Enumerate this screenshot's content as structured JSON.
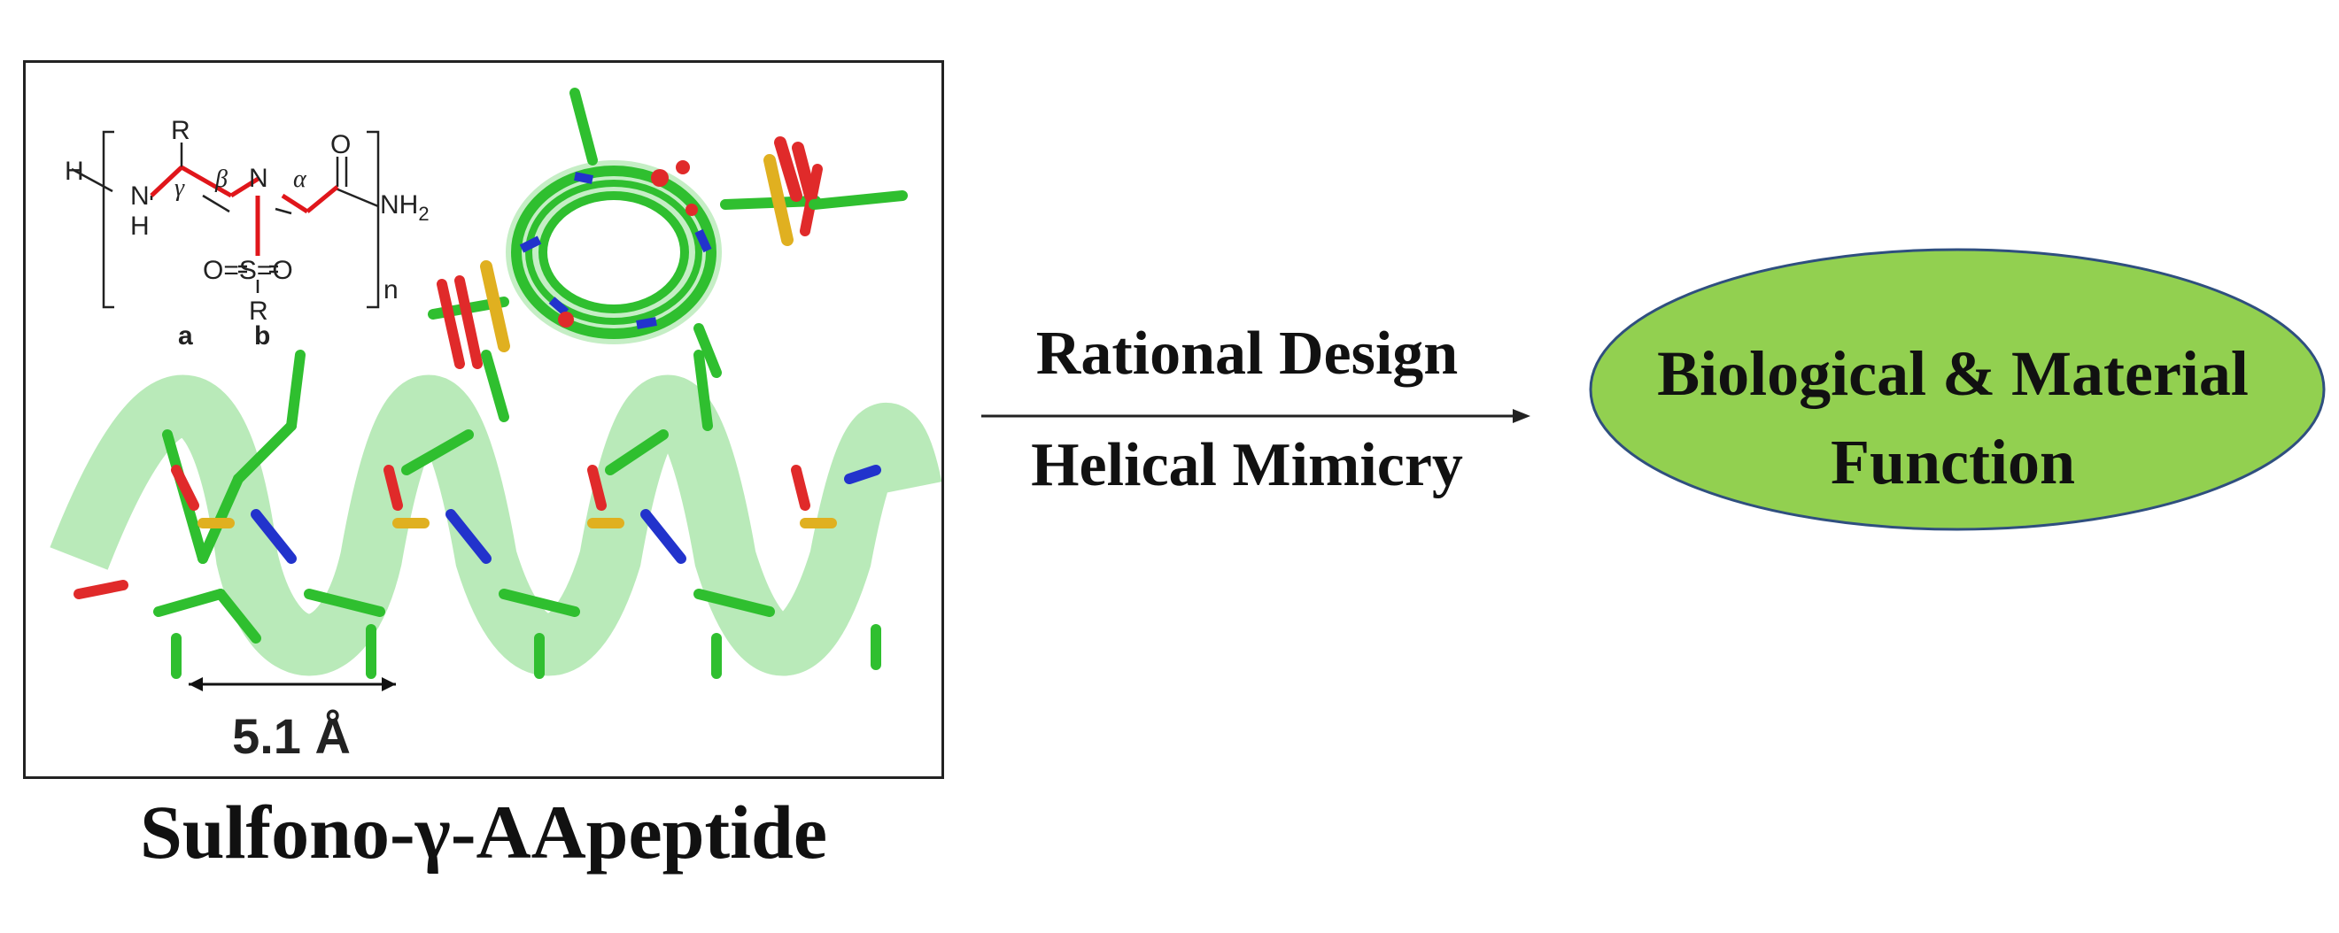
{
  "structure": {
    "atoms": {
      "h_left": "H",
      "n_left": "N",
      "h_left_sub": "H",
      "r_top": "R",
      "gamma": "γ",
      "beta": "β",
      "n_mid": "N",
      "alpha": "α",
      "o_top": "O",
      "nh2": "NH",
      "nh2_sub": "2",
      "sulfonyl": "O=S=O",
      "r_bottom": "R",
      "repeat_n": "n"
    },
    "labels": {
      "a": "a",
      "b": "b"
    },
    "measurement": "5.1 Å"
  },
  "caption": "Sulfono-γ-AApeptide",
  "arrow": {
    "label_top": "Rational Design",
    "label_bottom": "Helical Mimicry"
  },
  "outcome": {
    "line1": "Biological & Material",
    "line2": "Function"
  },
  "colors": {
    "carbon": "#2fbf2f",
    "nitrogen": "#2233cc",
    "oxygen": "#e02a2a",
    "sulfur": "#e0b020",
    "ribbon": "#7fd97f",
    "highlight_bond": "#e0161b",
    "ellipse_fill": "#92d050",
    "ellipse_stroke": "#2f4f7f"
  }
}
